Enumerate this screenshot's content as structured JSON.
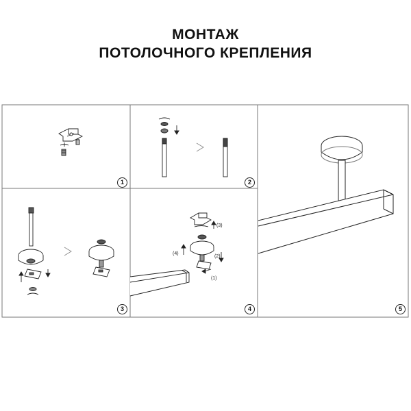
{
  "header": {
    "title_line1": "МОНТАЖ",
    "title_line2": "ПОТОЛОЧНОГО КРЕПЛЕНИЯ"
  },
  "steps": [
    {
      "number": "1"
    },
    {
      "number": "2"
    },
    {
      "number": "3"
    },
    {
      "number": "4",
      "labels": [
        "(3)",
        "(4)",
        "(2)",
        "(1)"
      ]
    },
    {
      "number": "5"
    }
  ]
}
